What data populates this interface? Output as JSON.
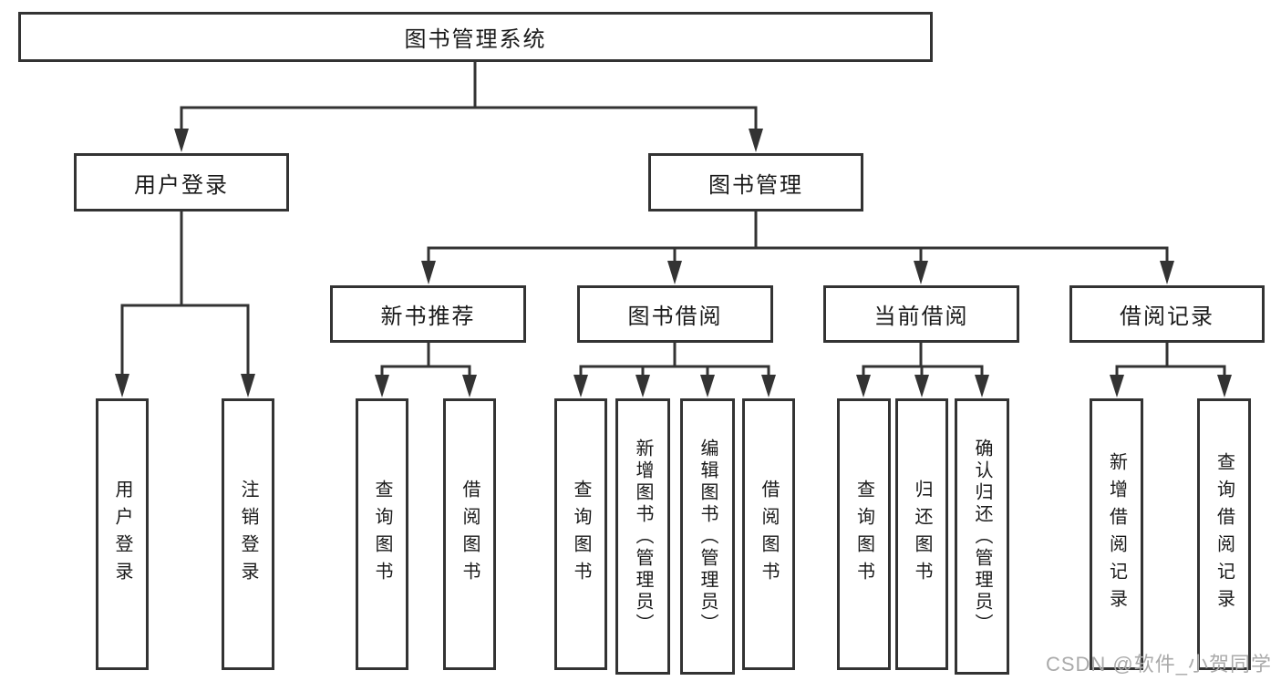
{
  "diagram": {
    "root": "图书管理系统",
    "branches": [
      {
        "label": "用户登录",
        "children": [
          "用户登录",
          "注销登录"
        ]
      },
      {
        "label": "图书管理",
        "sections": [
          {
            "label": "新书推荐",
            "children": [
              "查询图书",
              "借阅图书"
            ]
          },
          {
            "label": "图书借阅",
            "children": [
              "查询图书",
              "新增图书（管理员）",
              "编辑图书（管理员）",
              "借阅图书"
            ]
          },
          {
            "label": "当前借阅",
            "children": [
              "查询图书",
              "归还图书",
              "确认归还（管理员）"
            ]
          },
          {
            "label": "借阅记录",
            "children": [
              "新增借阅记录",
              "查询借阅记录"
            ]
          }
        ]
      }
    ]
  },
  "watermark": "CSDN @软件_小贺同学",
  "colors": {
    "line": "#333333",
    "text": "#1a1a1a",
    "boxfill": "#ffffff",
    "watermark": "#aaaaaa"
  }
}
